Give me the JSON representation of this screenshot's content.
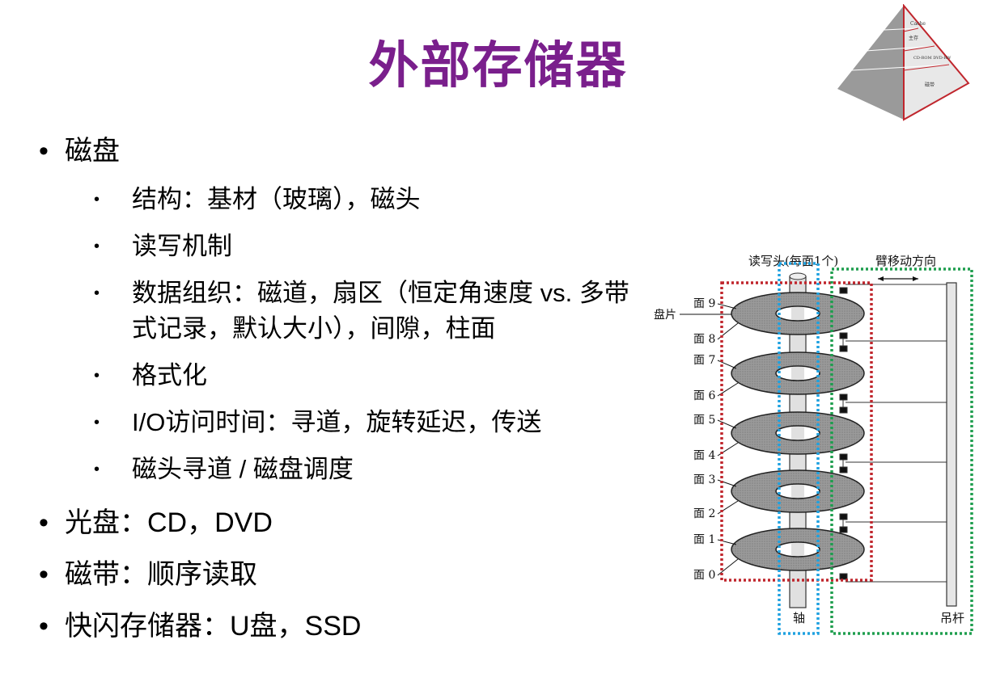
{
  "title": "外部存储器",
  "bullet_symbol": "•",
  "items": [
    {
      "text": "磁盘",
      "level": 1
    },
    {
      "text": "结构：基材（玻璃），磁头",
      "level": 2
    },
    {
      "text": "读写机制",
      "level": 2
    },
    {
      "text": "数据组织：磁道，扇区（恒定角速度 vs. 多带式记录，默认大小），间隙，柱面",
      "level": 2
    },
    {
      "text": "格式化",
      "level": 2
    },
    {
      "text": "I/O访问时间：寻道，旋转延迟，传送",
      "level": 2
    },
    {
      "text": "磁头寻道 / 磁盘调度",
      "level": 2
    },
    {
      "text": "光盘：CD，DVD",
      "level": 1
    },
    {
      "text": "磁带：顺序读取",
      "level": 1
    },
    {
      "text": "快闪存储器：U盘，SSD",
      "level": 1
    }
  ],
  "diagram": {
    "head_label": "读写头(每面1个)",
    "arm_label": "臂移动方向",
    "platter_label": "盘片",
    "spindle_label": "轴",
    "rod_label": "吊杆",
    "surfaces": [
      "面 9",
      "面 8",
      "面 7",
      "面 6",
      "面 5",
      "面 4",
      "面 3",
      "面 2",
      "面 1",
      "面 0"
    ],
    "colors": {
      "red_box": "#c0262d",
      "blue_box": "#1ea1e0",
      "green_box": "#1e9e4e",
      "platter": "#8a8a8a"
    }
  },
  "pyramid_labels": [
    "Cache",
    "主存",
    "CD-ROM DVD-RW",
    "磁带"
  ]
}
